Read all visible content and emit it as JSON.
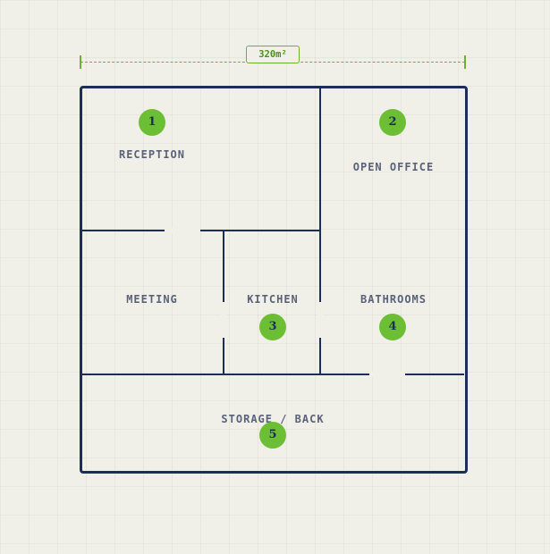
{
  "dimension": {
    "label": "320m²"
  },
  "rooms": [
    {
      "name": "RECEPTION",
      "number": "1"
    },
    {
      "name": "OPEN OFFICE",
      "number": "2"
    },
    {
      "name": "MEETING"
    },
    {
      "name": "KITCHEN",
      "number": "3"
    },
    {
      "name": "BATHROOMS",
      "number": "4"
    },
    {
      "name": "STORAGE / BACK",
      "number": "5"
    }
  ],
  "colors": {
    "wall": "#1c2d5a",
    "accent": "#6cbf34",
    "dimension": "#6fb12a",
    "label": "#5a627a",
    "background": "#f1f0e8"
  }
}
